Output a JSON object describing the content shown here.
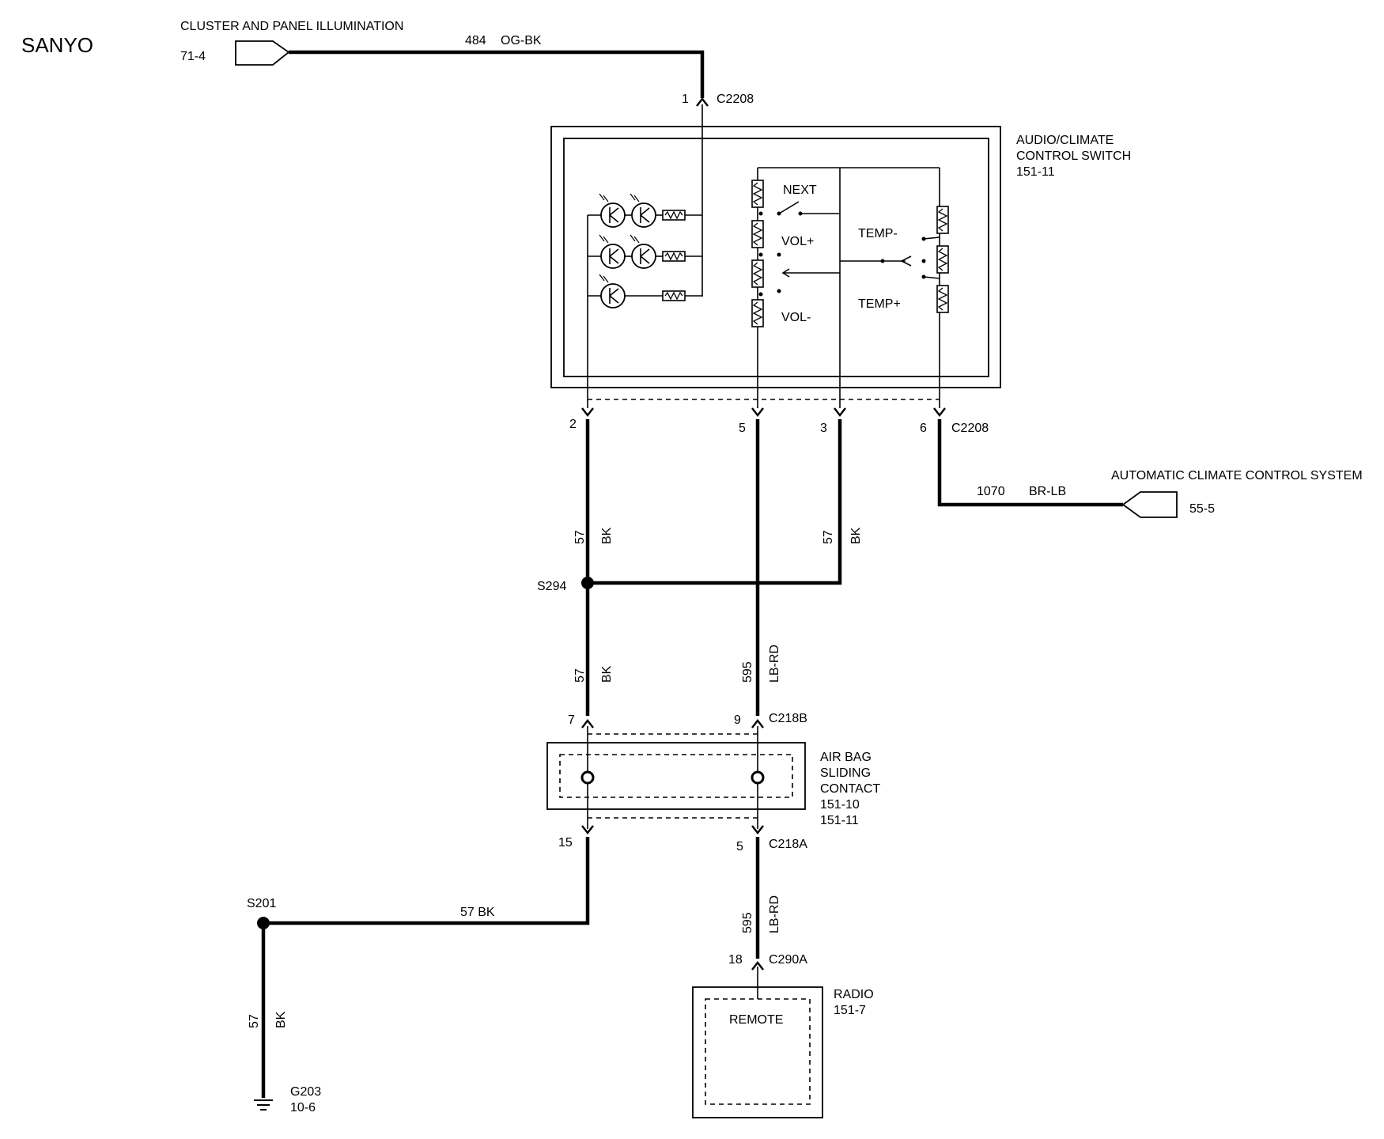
{
  "brand": "SANYO",
  "sources": {
    "cluster": {
      "label": "CLUSTER AND PANEL ILLUMINATION",
      "ref": "71-4"
    },
    "acc": {
      "label": "AUTOMATIC CLIMATE CONTROL SYSTEM",
      "ref": "55-5"
    }
  },
  "wires": {
    "w484": {
      "num": "484",
      "color": "OG-BK"
    },
    "w1070": {
      "num": "1070",
      "color": "BR-LB"
    },
    "w57": {
      "num": "57",
      "color": "BK"
    },
    "w595": {
      "num": "595",
      "color": "LB-RD"
    },
    "w57_s201": "57  BK"
  },
  "connectors": {
    "c2208": "C2208",
    "c218b": "C218B",
    "c218a": "C218A",
    "c290a": "C290A"
  },
  "pins": {
    "p1": "1",
    "p2": "2",
    "p5": "5",
    "p3": "3",
    "p6": "6",
    "p7": "7",
    "p9": "9",
    "p15": "15",
    "p5b": "5",
    "p18": "18"
  },
  "splices": {
    "s294": "S294",
    "s201": "S201"
  },
  "ground": {
    "name": "G203",
    "ref": "10-6"
  },
  "components": {
    "switch": {
      "line1": "AUDIO/CLIMATE",
      "line2": "CONTROL SWITCH",
      "ref": "151-11"
    },
    "airbag": {
      "line1": "AIR BAG",
      "line2": "SLIDING",
      "line3": "CONTACT",
      "ref1": "151-10",
      "ref2": "151-11"
    },
    "radio": {
      "name": "RADIO",
      "ref": "151-7",
      "inner": "REMOTE"
    }
  },
  "switch_labels": {
    "next": "NEXT",
    "vol_plus": "VOL+",
    "vol_minus": "VOL-",
    "temp_minus": "TEMP-",
    "temp_plus": "TEMP+"
  }
}
